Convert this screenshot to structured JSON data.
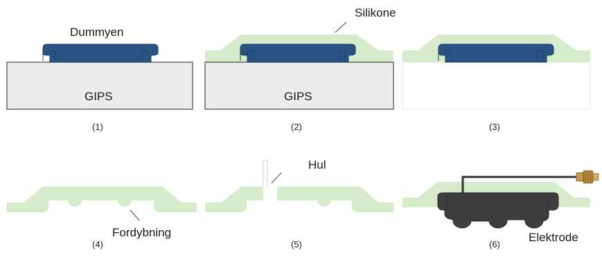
{
  "labels": {
    "dummy": "Dummyen",
    "silicone": "Silikone",
    "gips_1": "GIPS",
    "gips_2": "GIPS",
    "hole": "Hul",
    "dimple": "Fordybning",
    "electrode": "Elektrode"
  },
  "steps": [
    "(1)",
    "(2)",
    "(3)",
    "(4)",
    "(5)",
    "(6)"
  ],
  "colors": {
    "silicone": "#d6ebc9",
    "dummy": "#2a5283",
    "dummy_dark": "#1c3e66",
    "gips": "#ececec",
    "electrode": "#3e3e3e",
    "outline": "#444444",
    "connector": "#c89a4a"
  }
}
